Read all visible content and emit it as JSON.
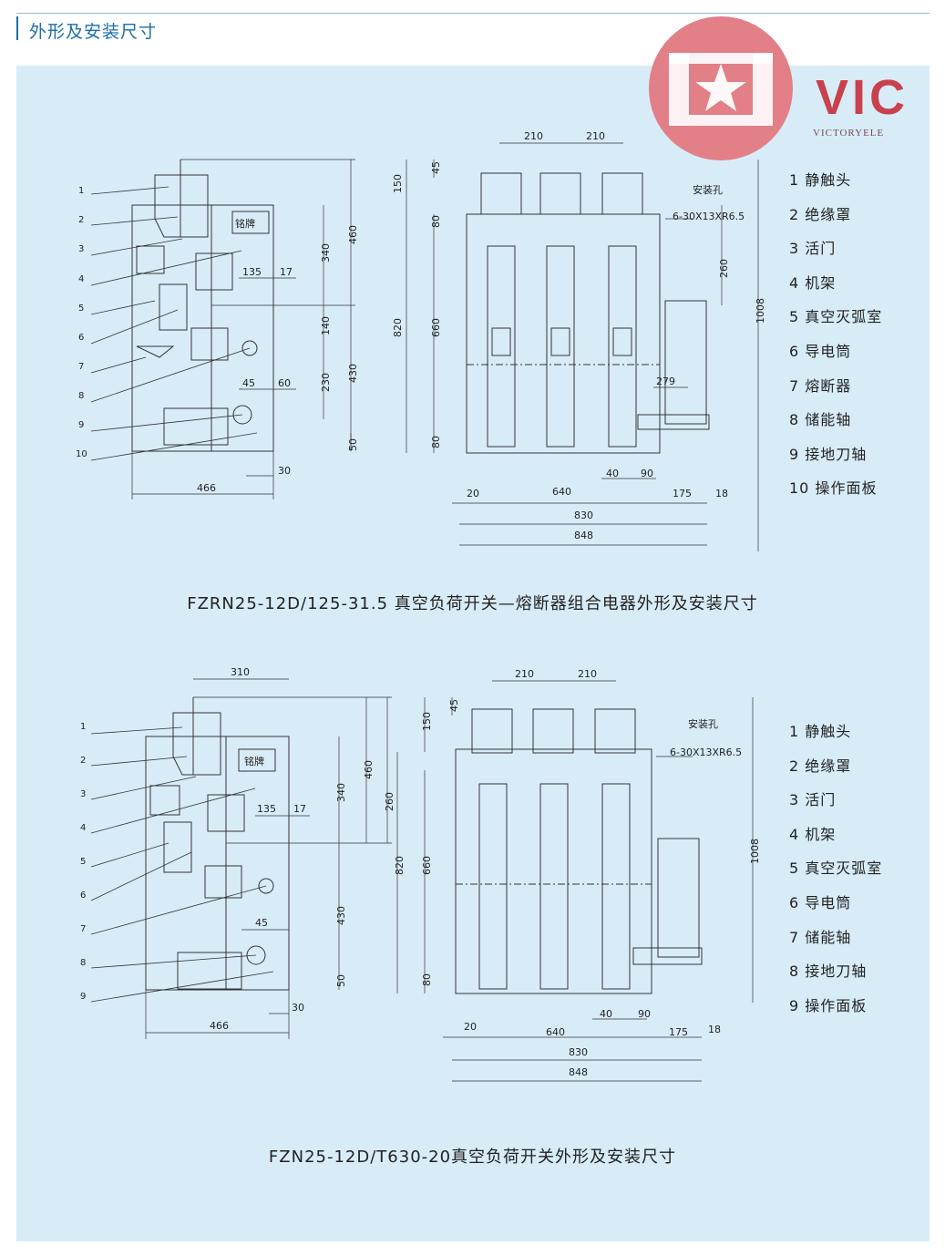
{
  "header": {
    "title": "外形及安装尺寸"
  },
  "logo": {
    "brand": "VIC",
    "sub": "VICTORYELE"
  },
  "diagram1": {
    "caption": "FZRN25-12D/125-31.5 真空负荷开关—熔断器组合电器外形及安装尺寸",
    "callouts": [
      "1",
      "2",
      "3",
      "4",
      "5",
      "6",
      "7",
      "8",
      "9",
      "10"
    ],
    "side_dims": {
      "d460": "460",
      "d340": "340",
      "d135": "135",
      "d17": "17",
      "d140": "140",
      "d230": "230",
      "d430": "430",
      "d45": "45",
      "d60": "60",
      "d50": "50",
      "d30": "30",
      "d466": "466"
    },
    "nameplate": "铭牌",
    "front_dims": {
      "d210a": "210",
      "d210b": "210",
      "d45": "45",
      "d150": "150",
      "d80a": "80",
      "d820": "820",
      "d660": "660",
      "d80b": "80",
      "d260": "260",
      "d1008": "1008",
      "d279": "279",
      "d40": "40",
      "d90": "90",
      "d20": "20",
      "d640": "640",
      "d175": "175",
      "d18": "18",
      "d830": "830",
      "d848": "848"
    },
    "hole_label": "安装孔",
    "hole_spec": "6-30X13XR6.5",
    "legend": [
      "1 静触头",
      "2 绝缘罩",
      "3 活门",
      "4 机架",
      "5 真空灭弧室",
      "6 导电筒",
      "7 熔断器",
      "8 储能轴",
      "9 接地刀轴",
      "10 操作面板"
    ]
  },
  "diagram2": {
    "caption": "FZN25-12D/T630-20真空负荷开关外形及安装尺寸",
    "callouts": [
      "1",
      "2",
      "3",
      "4",
      "5",
      "6",
      "7",
      "8",
      "9"
    ],
    "side_dims": {
      "d310": "310",
      "d460": "460",
      "d340": "340",
      "d260": "260",
      "d135": "135",
      "d17": "17",
      "d430": "430",
      "d45": "45",
      "d50": "50",
      "d30": "30",
      "d466": "466"
    },
    "nameplate": "铭牌",
    "front_dims": {
      "d210a": "210",
      "d210b": "210",
      "d45": "45",
      "d150": "150",
      "d820": "820",
      "d660": "660",
      "d80": "80",
      "d1008": "1008",
      "d40": "40",
      "d90": "90",
      "d20": "20",
      "d640": "640",
      "d175": "175",
      "d18": "18",
      "d830": "830",
      "d848": "848"
    },
    "hole_label": "安装孔",
    "hole_spec": "6-30X13XR6.5",
    "legend": [
      "1 静触头",
      "2 绝缘罩",
      "3 活门",
      "4 机架",
      "5 真空灭弧室",
      "6 导电筒",
      "7 储能轴",
      "8 接地刀轴",
      "9 操作面板"
    ]
  },
  "colors": {
    "accent": "#1c6da8",
    "panel": "#d8ecf8",
    "logo": "#e27f87",
    "brand": "#c8414d"
  }
}
